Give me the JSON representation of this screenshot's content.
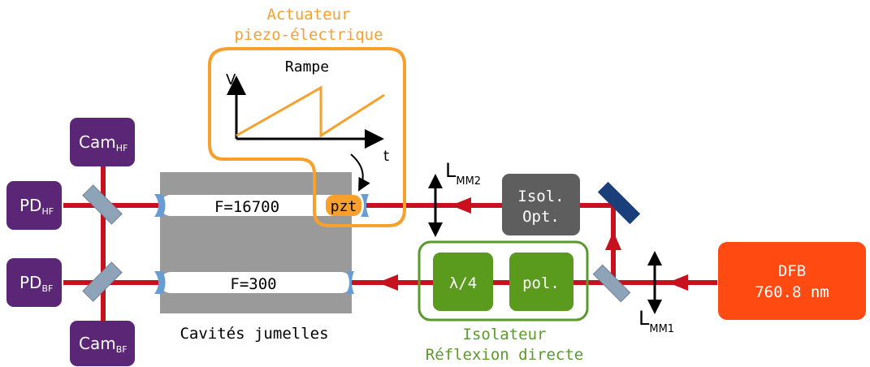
{
  "actuator": {
    "title_line1": "Actuateur",
    "title_line2": "piezo-électrique",
    "color": "#f7a02c"
  },
  "ramp": {
    "title": "Rampe",
    "y_axis": "V",
    "x_axis": "t"
  },
  "pzt": {
    "label": "pzt",
    "color": "#f7a02c"
  },
  "cavity_hf": {
    "finesse": "F=16700"
  },
  "cavity_bf": {
    "finesse": "F=300"
  },
  "cavities_label": "Cavités jumelles",
  "pd_hf": {
    "main": "PD",
    "sub": "HF"
  },
  "pd_bf": {
    "main": "PD",
    "sub": "BF"
  },
  "cam_hf": {
    "main": "Cam",
    "sub": "HF"
  },
  "cam_bf": {
    "main": "Cam",
    "sub": "BF"
  },
  "lens_mm2": {
    "main": "L",
    "sub": "MM2"
  },
  "lens_mm1": {
    "main": "L",
    "sub": "MM1"
  },
  "isolator_opt": {
    "line1": "Isol.",
    "line2": "Opt."
  },
  "quarter_wave": {
    "label": "λ/4"
  },
  "polarizer": {
    "label": "pol."
  },
  "isolator_direct": {
    "line1": "Isolateur",
    "line2": "Réflexion directe",
    "color": "#5a9a2a"
  },
  "dfb": {
    "line1": "DFB",
    "line2": "760.8 nm",
    "color": "#ff4a12"
  },
  "colors": {
    "beam": "#c8111e",
    "device": "#5b2676",
    "green_box": "#5a9a1c",
    "mirror": "#1a3f7a"
  }
}
